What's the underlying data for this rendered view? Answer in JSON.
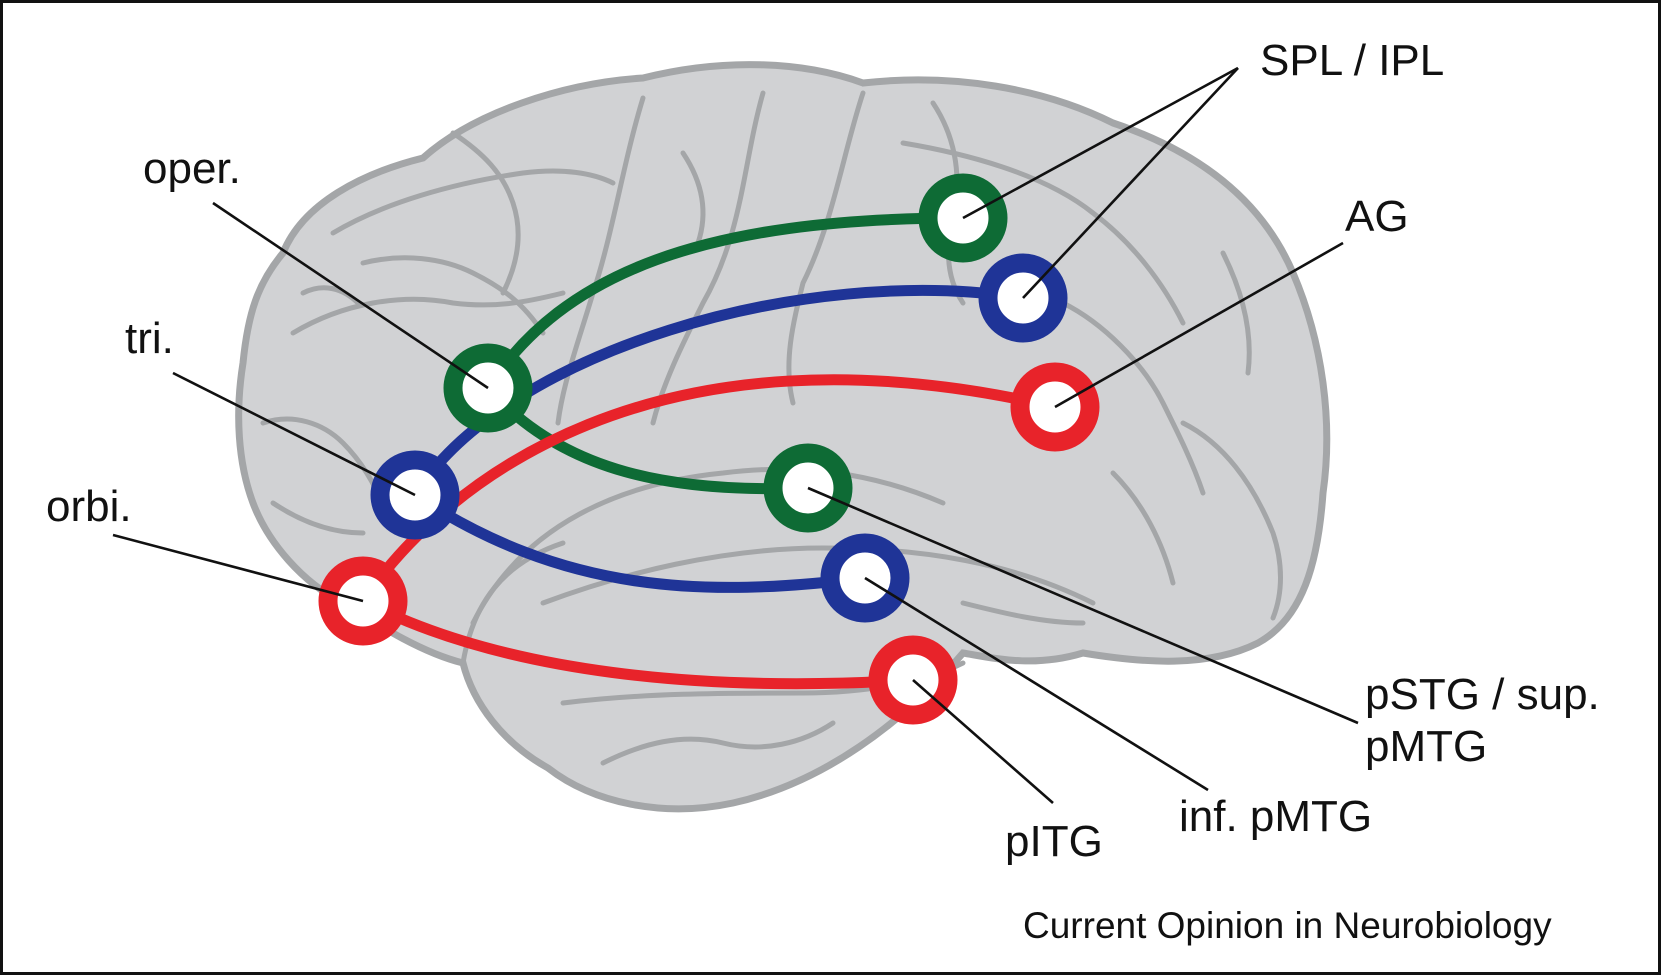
{
  "colors": {
    "green": "#0e6b35",
    "blue": "#1f3497",
    "red": "#e8232a",
    "brain_fill": "#d1d2d4",
    "brain_line": "#a4a6a8",
    "leader": "#111111"
  },
  "labels": {
    "oper": "oper.",
    "tri": "tri.",
    "orbi": "orbi.",
    "spl_ipl": "SPL / IPL",
    "ag": "AG",
    "pstg_line1": "pSTG / sup.",
    "pstg_line2": "pMTG",
    "inf_pmtg": "inf. pMTG",
    "pitg": "pITG"
  },
  "nodes": [
    {
      "id": "oper",
      "color": "green"
    },
    {
      "id": "tri",
      "color": "blue"
    },
    {
      "id": "orbi",
      "color": "red"
    },
    {
      "id": "spl-ipl-upper",
      "color": "green"
    },
    {
      "id": "spl-ipl-lower",
      "color": "blue"
    },
    {
      "id": "ag",
      "color": "red"
    },
    {
      "id": "pstg",
      "color": "green"
    },
    {
      "id": "inf-pmtg",
      "color": "blue"
    },
    {
      "id": "pitg",
      "color": "red"
    }
  ],
  "connections": [
    {
      "from": "oper",
      "to": "spl-ipl-upper",
      "color": "green"
    },
    {
      "from": "oper",
      "to": "pstg",
      "color": "green"
    },
    {
      "from": "tri",
      "to": "spl-ipl-lower",
      "color": "blue"
    },
    {
      "from": "tri",
      "to": "inf-pmtg",
      "color": "blue"
    },
    {
      "from": "orbi",
      "to": "ag",
      "color": "red"
    },
    {
      "from": "orbi",
      "to": "pitg",
      "color": "red"
    }
  ],
  "credit": "Current Opinion in Neurobiology"
}
